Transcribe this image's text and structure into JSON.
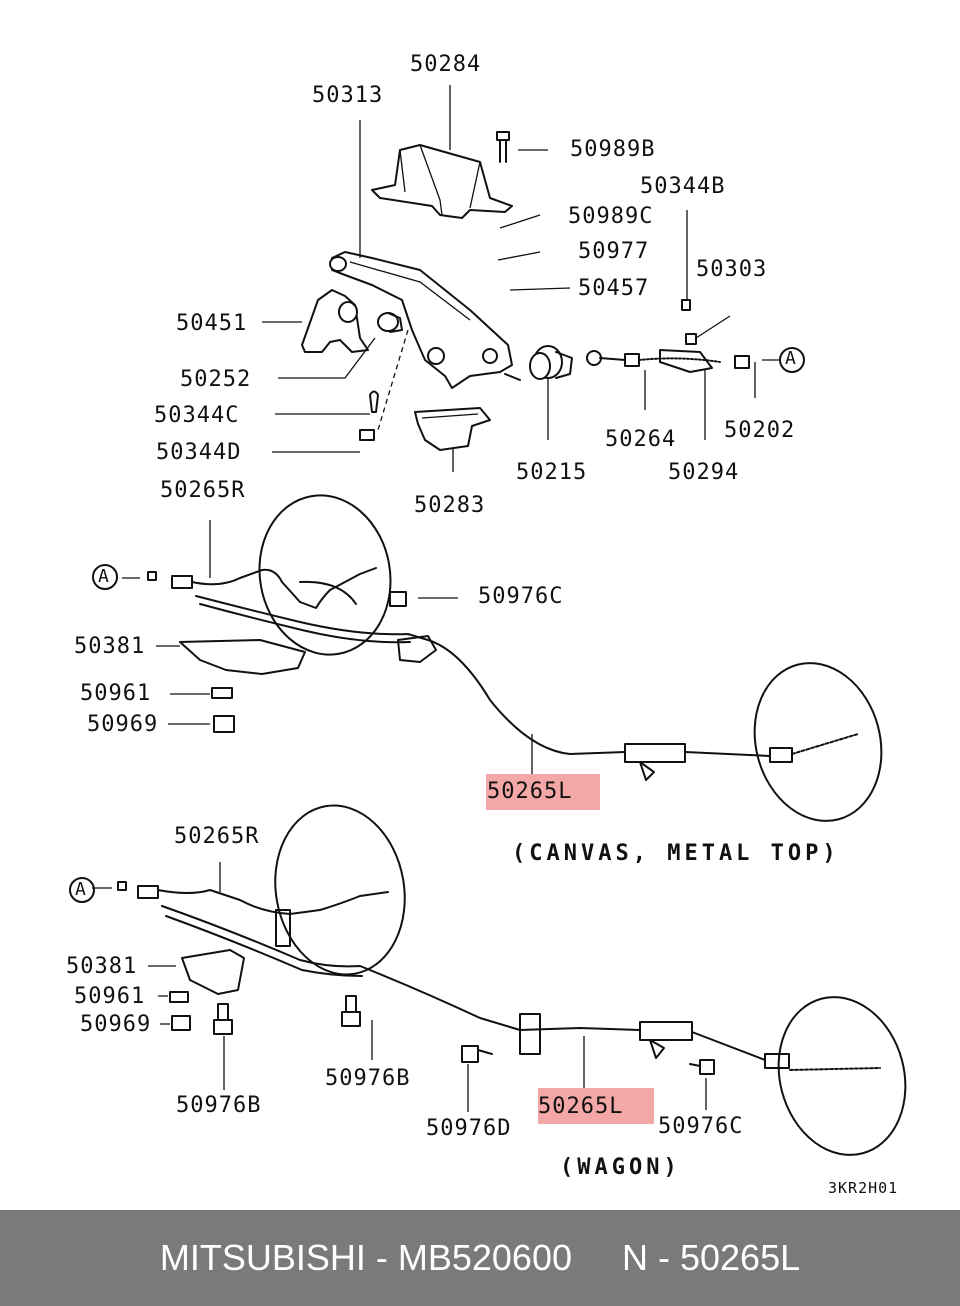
{
  "diagram": {
    "labels_top": [
      "50284",
      "50313",
      "50989B",
      "50344B",
      "50989C",
      "50977",
      "50303",
      "50457",
      "50451",
      "50252",
      "50344C",
      "50344D",
      "50283",
      "50215",
      "50264",
      "50202",
      "50294"
    ],
    "labels_mid": [
      "50265R",
      "50976C",
      "50381",
      "50961",
      "50969",
      "50265L"
    ],
    "labels_bottom": [
      "50265R",
      "50381",
      "50961",
      "50969",
      "50976B",
      "50976B",
      "50976D",
      "50265L",
      "50976C"
    ],
    "ref_marker": "A",
    "caption_canvas": "(CANVAS, METAL TOP)",
    "caption_wagon": "(WAGON)",
    "diagram_code": "3KR2H01",
    "highlight_color": "#f3a7a7"
  },
  "footer": {
    "text": "MITSUBISHI - MB520600     N - 50265L",
    "background": "#7a7a7a"
  }
}
